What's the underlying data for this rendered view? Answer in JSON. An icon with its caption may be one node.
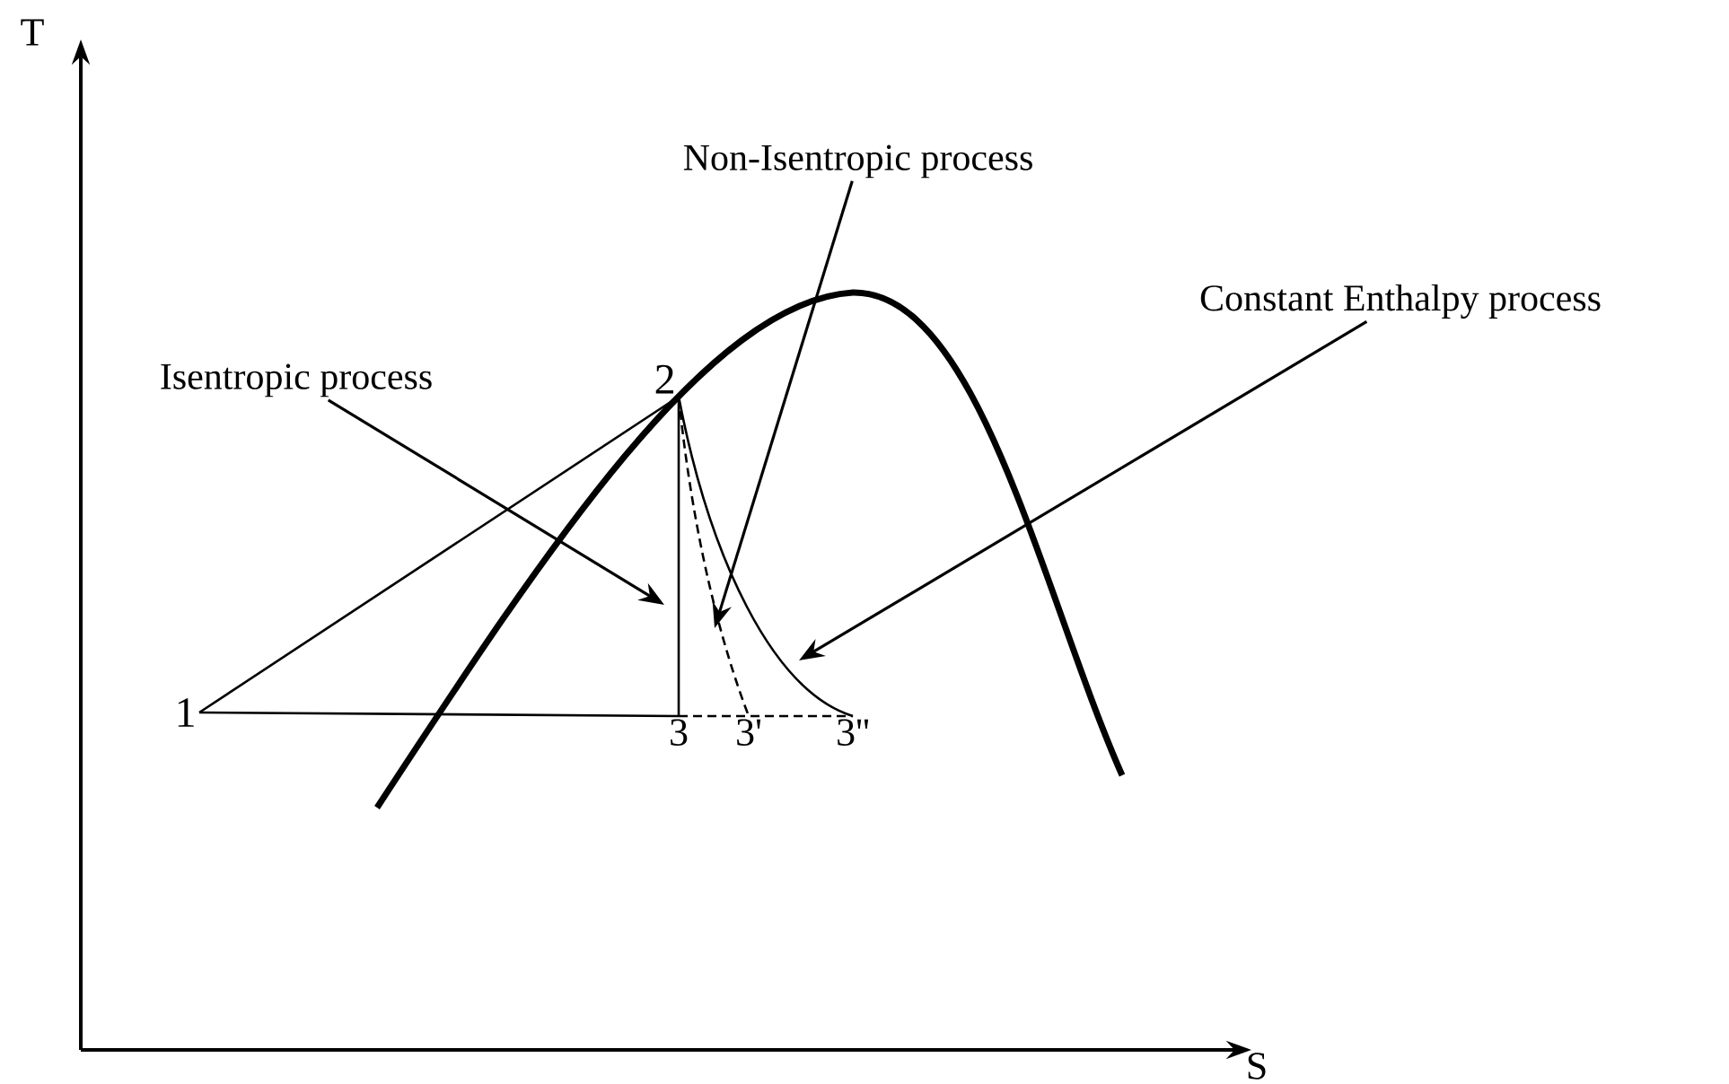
{
  "diagram": {
    "nodes": [
      {
        "text": [
          "1"
        ]
      },
      {
        "text": [
          "2"
        ]
      },
      {
        "text": [
          "3"
        ]
      },
      {
        "text": [
          "3'"
        ]
      },
      {
        "text": [
          "3''"
        ]
      },
      {
        "text": [
          "Isentropic process"
        ]
      },
      {
        "text": [
          "Non-Isentropic process"
        ]
      },
      {
        "text": [
          "Constant Enthalpy process"
        ]
      }
    ],
    "edges": [
      {
        "from": 0,
        "to": 1,
        "arrow": "none"
      },
      {
        "from": 1,
        "to": 2,
        "arrow": "none"
      },
      {
        "from": 0,
        "to": 2,
        "arrow": "none"
      },
      {
        "from": 1,
        "to": 3,
        "arrow": "none",
        "style": "dashed"
      },
      {
        "from": 1,
        "to": 4,
        "arrow": "none"
      },
      {
        "from": 2,
        "to": 4,
        "arrow": "none",
        "style": "dashed"
      },
      {
        "from": 5,
        "to": null,
        "arrow": "to"
      },
      {
        "from": 6,
        "to": null,
        "arrow": "to"
      },
      {
        "from": 7,
        "to": null,
        "arrow": "to"
      }
    ],
    "labels": [
      "T",
      "S"
    ]
  }
}
